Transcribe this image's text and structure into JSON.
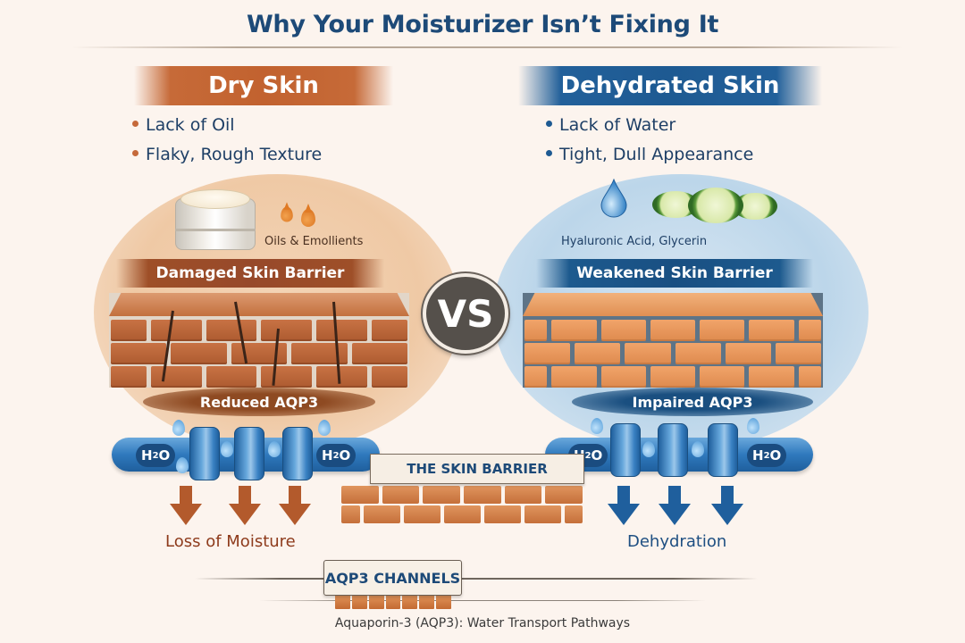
{
  "title": "Why Your Moisturizer Isn’t Fixing It",
  "vs_label": "VS",
  "dry": {
    "heading": "Dry Skin",
    "bullets": [
      "Lack of Oil",
      "Flaky, Rough Texture"
    ],
    "ingredients_caption": "Oils & Emollients",
    "barrier_label": "Damaged Skin Barrier",
    "aqp_label": "Reduced AQP3",
    "h2o_left": "H",
    "h2o_right": "H",
    "outcome": "Loss of Moisture",
    "accent_color": "#c2622f"
  },
  "dehydrated": {
    "heading": "Dehydrated Skin",
    "bullets": [
      "Lack of Water",
      "Tight, Dull Appearance"
    ],
    "ingredients_caption": "Hyaluronic Acid, Glycerin",
    "barrier_label": "Weakened Skin Barrier",
    "aqp_label": "Impaired AQP3",
    "outcome": "Dehydration",
    "accent_color": "#1e5a92"
  },
  "h2o": {
    "h": "H",
    "sub": "2",
    "o": "O"
  },
  "center": {
    "skin_barrier_label": "THE SKIN BARRIER"
  },
  "footer": {
    "channels_label": "AQP3 CHANNELS",
    "subtitle": "Aquaporin-3 (AQP3): Water Transport Pathways"
  },
  "icons": {
    "cream_jar": "cream-jar-icon",
    "oil_drops": "oil-drop-icon",
    "water_drop": "water-drop-icon",
    "cucumber": "cucumber-slice-icon",
    "down_arrow": "arrow-down-icon"
  }
}
